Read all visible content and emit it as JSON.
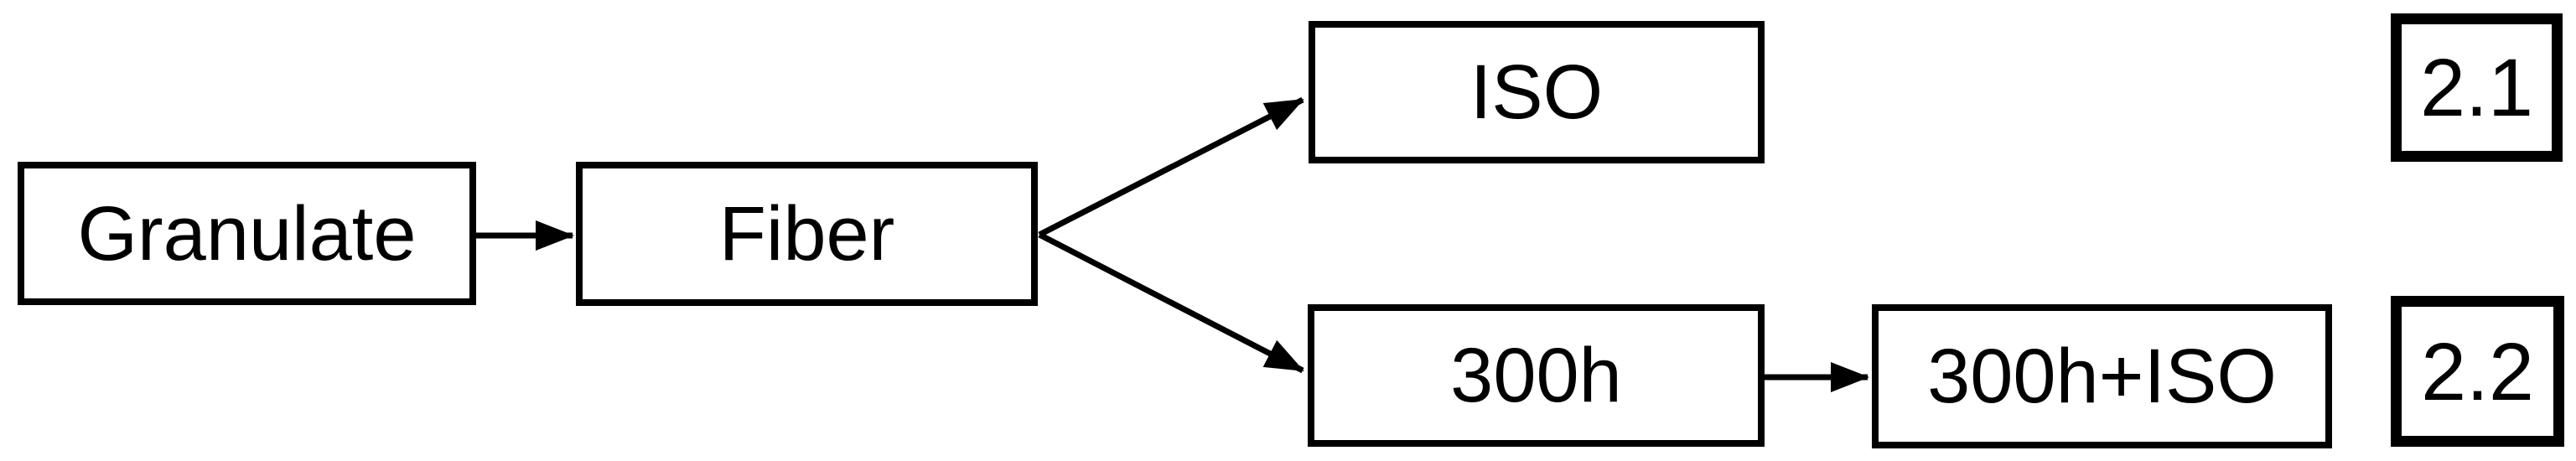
{
  "diagram": {
    "nodes": [
      {
        "id": "granulate",
        "label": "Granulate"
      },
      {
        "id": "fiber",
        "label": "Fiber"
      },
      {
        "id": "iso",
        "label": "ISO"
      },
      {
        "id": "300h",
        "label": "300h"
      },
      {
        "id": "300h-iso",
        "label": "300h+ISO"
      }
    ],
    "edges": [
      {
        "from": "Granulate",
        "to": "Fiber"
      },
      {
        "from": "Fiber",
        "to": "ISO"
      },
      {
        "from": "Fiber",
        "to": "300h"
      },
      {
        "from": "300h",
        "to": "300h+ISO"
      }
    ],
    "stage_labels": [
      {
        "id": "2.1",
        "label": "2.1"
      },
      {
        "id": "2.2",
        "label": "2.2"
      }
    ],
    "colors": {
      "stroke": "#000000",
      "box_fill": "#ffffff",
      "background": "#ffffff",
      "text": "#000000"
    }
  }
}
